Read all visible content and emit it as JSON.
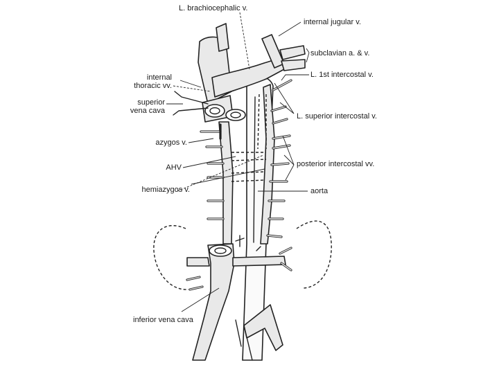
{
  "labels": {
    "l_brachiocephalic": "L. brachiocephalic v.",
    "internal_jugular": "internal jugular v.",
    "subclavian": "subclavian a. & v.",
    "first_intercostal": "L. 1st intercostal v.",
    "internal_thoracic_1": "internal",
    "internal_thoracic_2": "thoracic vv.",
    "superior_vena_cava_1": "superior",
    "superior_vena_cava_2": "vena cava",
    "l_superior_intercostal": "L. superior intercostal v.",
    "azygos": "azygos v.",
    "posterior_intercostal": "posterior intercostal vv.",
    "ahv": "AHV",
    "hemiazygos": "hemiazygos v.",
    "aorta": "aorta",
    "inferior_vena_cava": "inferior vena cava"
  }
}
